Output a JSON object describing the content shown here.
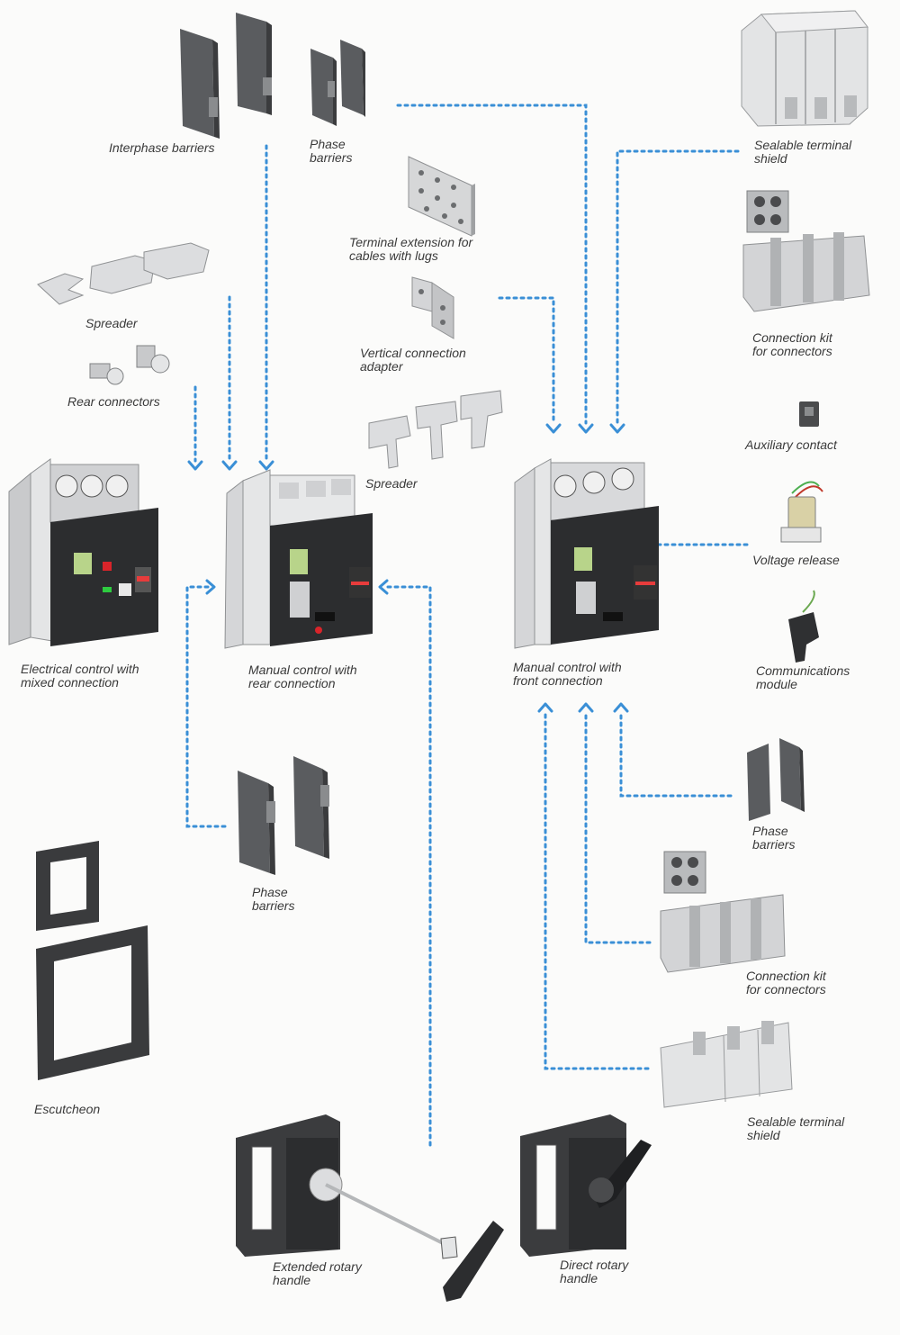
{
  "colors": {
    "connector": "#3a8fd6",
    "device_body": "#2c2d2f",
    "device_side": "#d9dadb",
    "part_grey": "#555759",
    "part_light": "#d8d9da",
    "text": "#3a3a3a"
  },
  "labels": {
    "interphase_barriers": "Interphase barriers",
    "phase_barriers_top": "Phase\nbarriers",
    "sealable_shield_top": "Sealable terminal\nshield",
    "terminal_extension": "Terminal extension for\ncables with lugs",
    "spreader_left": "Spreader",
    "connection_kit_top": "Connection kit\nfor connectors",
    "vertical_adapter": "Vertical connection\nadapter",
    "rear_connectors": "Rear connectors",
    "auxiliary_contact": "Auxiliary contact",
    "spreader_center": "Spreader",
    "voltage_release": "Voltage release",
    "electrical_control": "Electrical control with\nmixed connection",
    "manual_rear": "Manual control with\nrear connection",
    "manual_front": "Manual control with\nfront connection",
    "communications_module": "Communications\nmodule",
    "phase_barriers_right": "Phase\nbarriers",
    "phase_barriers_left": "Phase\nbarriers",
    "connection_kit_bottom": "Connection kit\nfor connectors",
    "escutcheon": "Escutcheon",
    "sealable_shield_bottom": "Sealable terminal\nshield",
    "extended_rotary_handle": "Extended rotary\nhandle",
    "direct_rotary_handle": "Direct rotary\nhandle"
  }
}
